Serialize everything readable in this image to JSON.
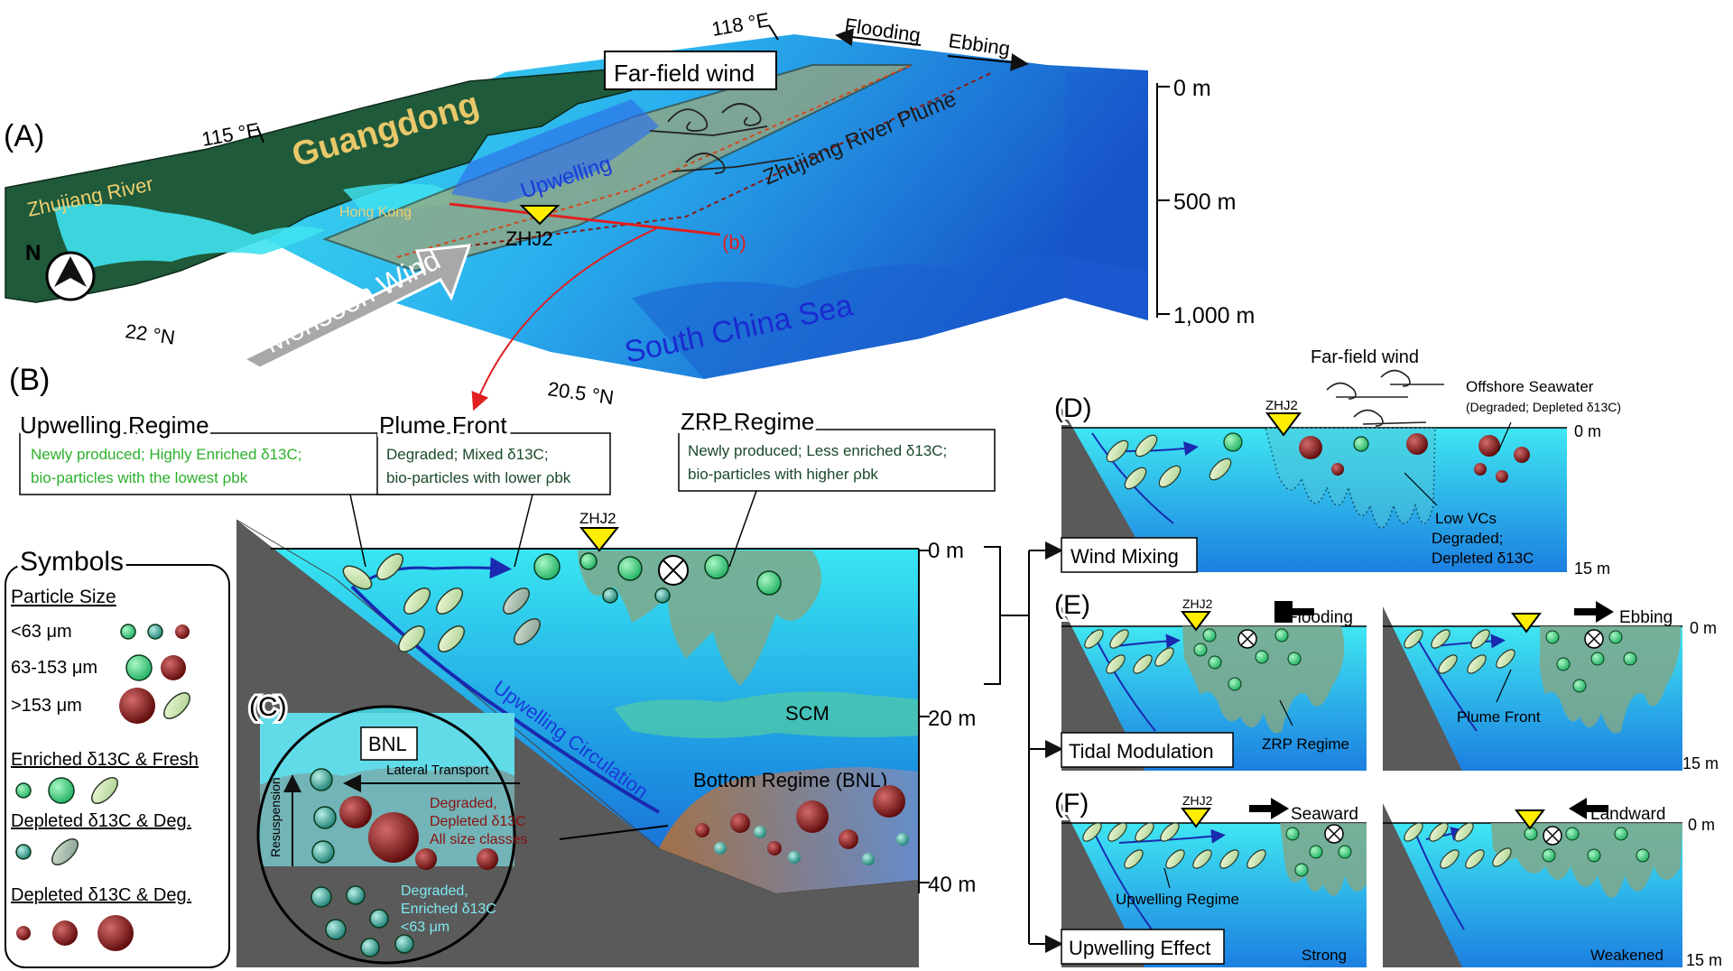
{
  "panelA": {
    "label": "(A)",
    "guangdong": "Guangdong",
    "zhujiang": "Zhujiang River",
    "hongkong": "Hong Kong",
    "upwelling": "Upwelling",
    "plume": "Zhujiang River Plume",
    "farfield": "Far-field wind",
    "station": "ZHJ2",
    "section": "(b)",
    "monsoon": "Monsoon Wind",
    "scs": "South China Sea",
    "flooding": "Flooding",
    "ebbing": "Ebbing",
    "north": "N",
    "lon1": "115 °E",
    "lon2": "118 °E",
    "lat1": "22 °N",
    "lat2": "20.5 °N",
    "depths": [
      "0 m",
      "500 m",
      "1,000 m"
    ]
  },
  "panelB": {
    "label": "(B)",
    "up_title": "Upwelling Regime",
    "up_l1": "Newly produced;  Highly Enriched δ13C;",
    "up_l2": "bio-particles with the lowest ρbk",
    "pf_title": "Plume Front",
    "pf_l1": "Degraded;  Mixed δ13C;",
    "pf_l2": "bio-particles with lower ρbk",
    "zrp_title": "ZRP Regime",
    "zrp_l1": "Newly produced;  Less enriched δ13C;",
    "zrp_l2": "bio-particles with higher ρbk",
    "station": "ZHJ2",
    "circulation": "Upwelling Circulation",
    "scm": "SCM",
    "bottom": "Bottom Regime (BNL)",
    "depths": [
      "0 m",
      "20 m",
      "40 m"
    ]
  },
  "panelC": {
    "label": "(C)",
    "bnl": "BNL",
    "lateral": "Lateral Transport",
    "resuspension": "Resuspension",
    "deg1_l1": "Degraded,",
    "deg1_l2": "Depleted δ13C",
    "deg1_l3": "All size classes",
    "deg2_l1": "Degraded,",
    "deg2_l2": "Enriched δ13C",
    "deg2_l3": "<63 μm"
  },
  "symbols": {
    "title": "Symbols",
    "size_title": "Particle Size",
    "size1": "<63 μm",
    "size2": "63-153 μm",
    "size3": ">153 μm",
    "cat1": "Enriched δ13C & Fresh",
    "cat2": "Depleted δ13C & Deg.",
    "cat3": "Depleted δ13C & Deg."
  },
  "panelD": {
    "label": "(D)",
    "farfield": "Far-field wind",
    "offshore_l1": "Offshore Seawater",
    "offshore_l2": "(Degraded; Depleted δ13C)",
    "station": "ZHJ2",
    "lowvc_l1": "Low VCs",
    "lowvc_l2": "Degraded;",
    "lowvc_l3": "Depleted δ13C",
    "box": "Wind Mixing",
    "top": "0 m",
    "bottom": "15 m"
  },
  "panelE": {
    "label": "(E)",
    "station": "ZHJ2",
    "flooding": "Flooding",
    "ebbing": "Ebbing",
    "zrp": "ZRP Regime",
    "front": "Plume Front",
    "box": "Tidal Modulation",
    "top": "0 m",
    "bottom": "15 m"
  },
  "panelF": {
    "label": "(F)",
    "station": "ZHJ2",
    "seaward": "Seaward",
    "landward": "Landward",
    "upwelling": "Upwelling Regime",
    "strong": "Strong",
    "weakened": "Weakened",
    "box": "Upwelling Effect",
    "top": "0 m",
    "bottom": "15 m"
  },
  "colors": {
    "land": "#1f5a3a",
    "shallow_water": "#40e0f0",
    "deep_water": "#1a4fd0",
    "plume": "#7fa88a",
    "fresh_particle": "#3bd07a",
    "degraded_particle": "#3aa896",
    "depleted_particle": "#7a0f0f",
    "shelf": "#5a5a5a",
    "station_marker": "#ffee00",
    "section_line": "#e02020"
  }
}
